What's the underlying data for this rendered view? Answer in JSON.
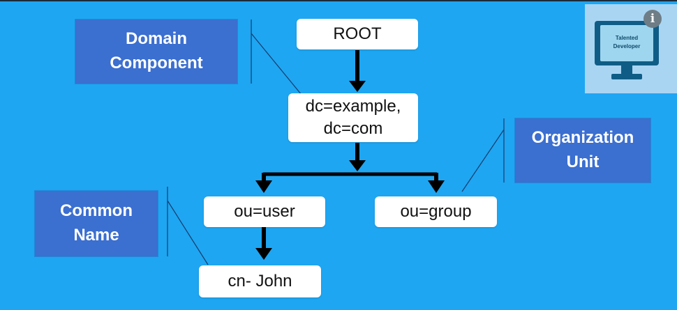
{
  "nodes": {
    "root": "ROOT",
    "dc_line1": "dc=example,",
    "dc_line2": "dc=com",
    "ou_user": "ou=user",
    "ou_group": "ou=group",
    "cn_john": "cn- John"
  },
  "callouts": {
    "domain_component": [
      "Domain",
      "Component"
    ],
    "organization_unit": [
      "Organization",
      "Unit"
    ],
    "common_name": [
      "Common",
      "Name"
    ]
  },
  "logo": {
    "line1": "Talented",
    "line2": "Developer",
    "icon": "monitor-icon"
  },
  "info_button": {
    "glyph": "i",
    "icon": "info-icon"
  },
  "colors": {
    "background": "#1ea6f2",
    "callout": "#3b6fd0",
    "node": "#ffffff",
    "arrow": "#000000",
    "logo_panel": "#a9d5f3"
  }
}
